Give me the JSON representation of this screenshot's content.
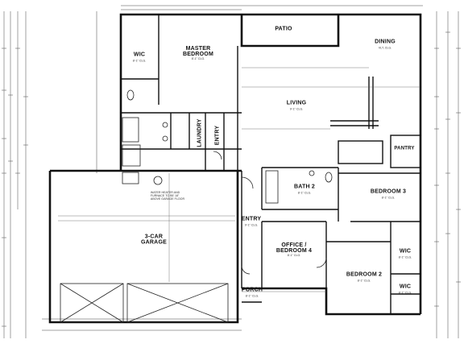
{
  "rooms": {
    "patio": {
      "name": "PATIO"
    },
    "dining": {
      "name": "DINING",
      "finish": "VLT, CLG."
    },
    "master_bedroom": {
      "name": "MASTER\nBEDROOM",
      "height": "8'-1\" CLG."
    },
    "wic_master": {
      "name": "WIC",
      "height": "8'-1\" CLG."
    },
    "living": {
      "name": "LIVING",
      "height": "9'-1\" CLG."
    },
    "laundry": {
      "name": "LAUNDRY"
    },
    "entry_side": {
      "name": "ENTRY"
    },
    "pantry": {
      "name": "PANTRY"
    },
    "bath2": {
      "name": "BATH 2",
      "height": "8'-1\" CLG."
    },
    "bedroom3": {
      "name": "BEDROOM 3",
      "height": "8'-1\" CLG."
    },
    "garage": {
      "name": "3-CAR\nGARAGE"
    },
    "entry_front": {
      "name": "ENTRY",
      "height": "9'-1\" CLG."
    },
    "office": {
      "name": "OFFICE /\nBEDROOM 4",
      "height": "8'-1\" CLG."
    },
    "wic_1": {
      "name": "WIC",
      "height": "8'-1\" CLG."
    },
    "bedroom2": {
      "name": "BEDROOM 2",
      "height": "8'-1\" CLG."
    },
    "wic_2": {
      "name": "WIC",
      "height": "8'-1\" CLG."
    },
    "porch": {
      "name": "PORCH",
      "height": "8'-1\" CLG."
    }
  },
  "notes": {
    "water_heater": "WATER HEATER AND\nFURNACE TO BE 18\"\nABOVE GARAGE FLOOR"
  }
}
